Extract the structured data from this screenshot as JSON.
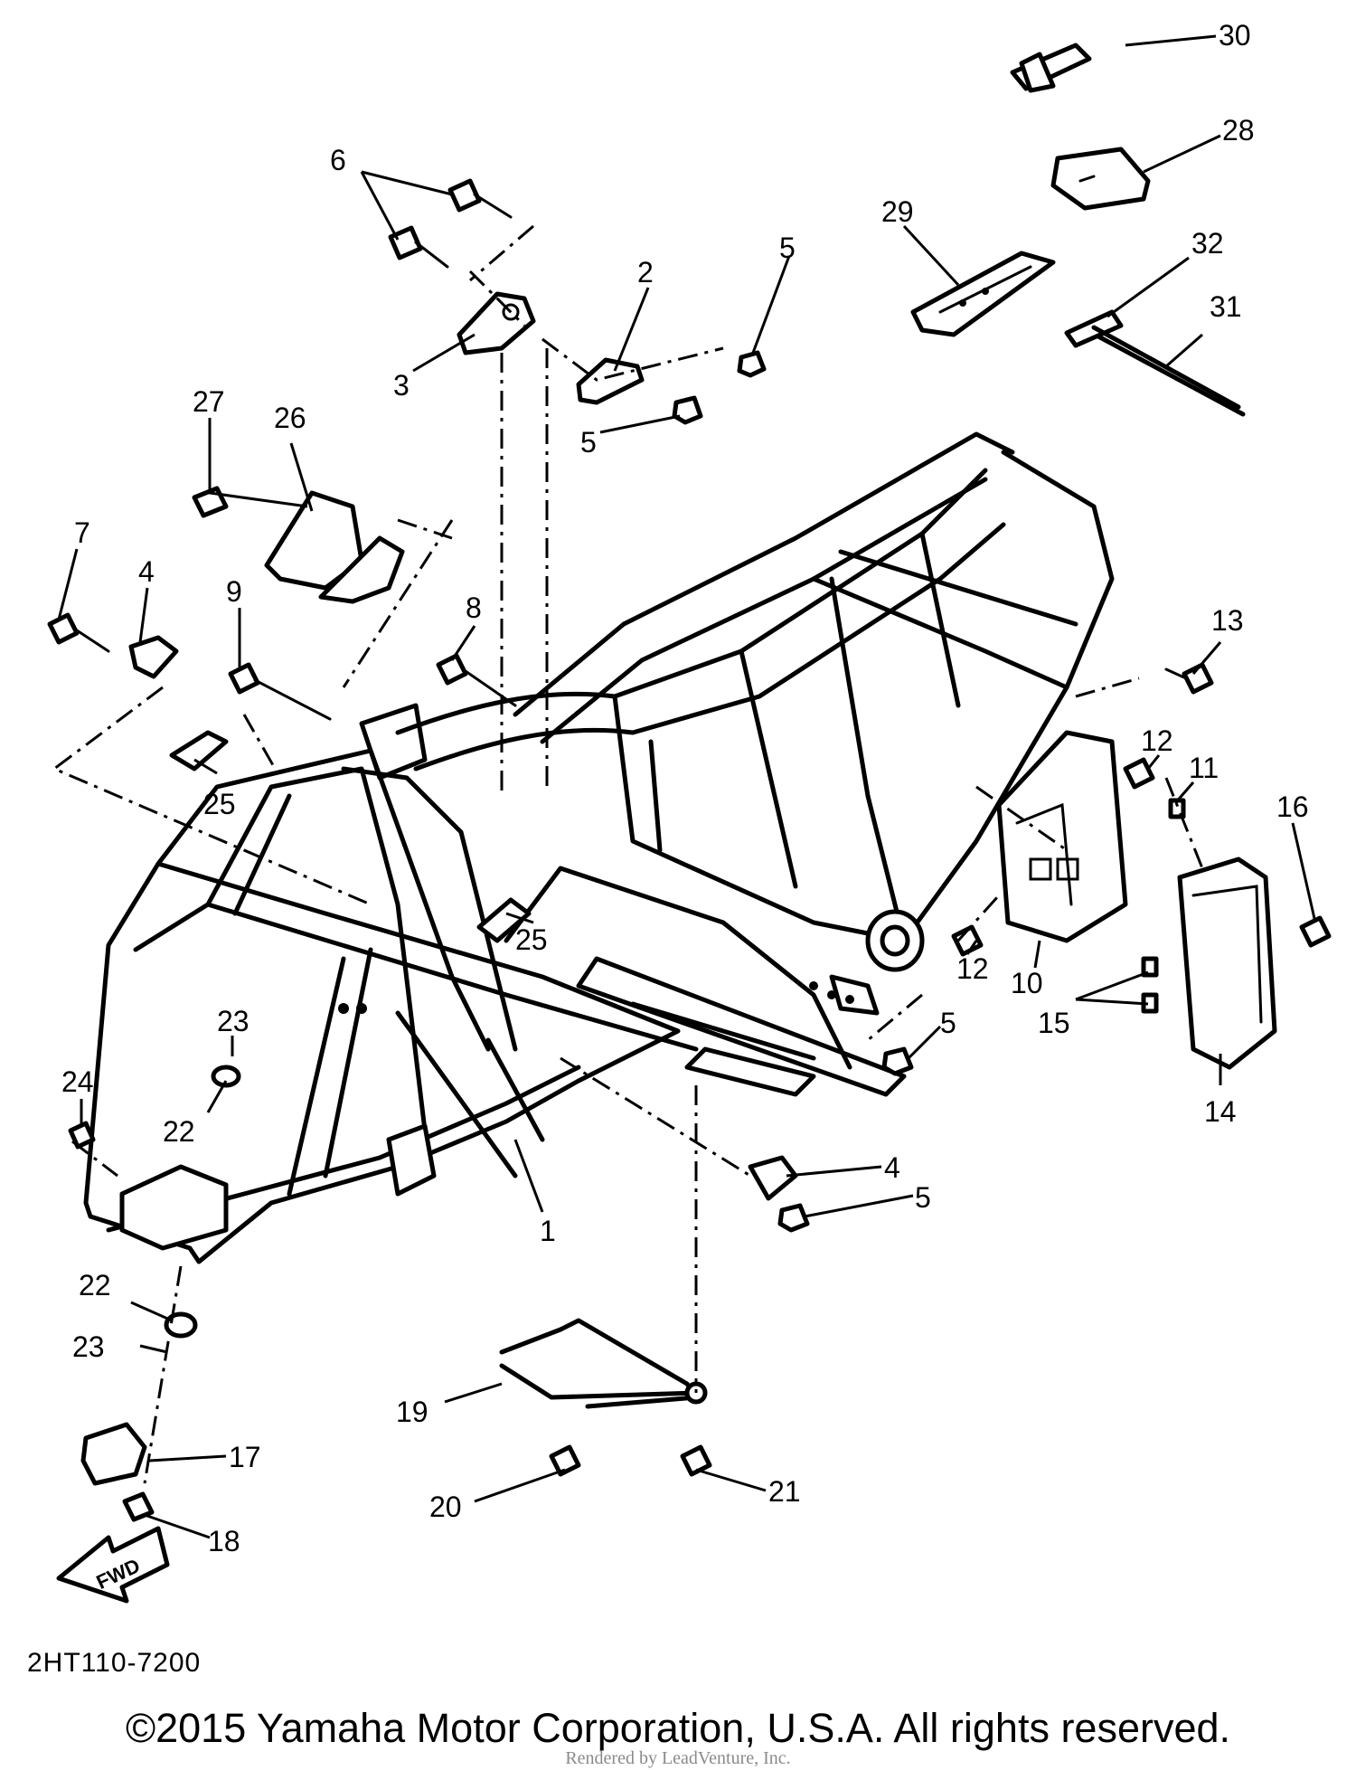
{
  "diagram": {
    "callouts": [
      "30",
      "28",
      "29",
      "32",
      "31",
      "6",
      "2",
      "5",
      "3",
      "5",
      "27",
      "26",
      "7",
      "4",
      "9",
      "8",
      "13",
      "12",
      "11",
      "16",
      "25",
      "25",
      "12",
      "10",
      "15",
      "14",
      "5",
      "23",
      "24",
      "22",
      "4",
      "5",
      "1",
      "22",
      "23",
      "19",
      "17",
      "20",
      "21",
      "18"
    ],
    "fwd_label": "FWD"
  },
  "footer": {
    "diagram_code": "2HT110-7200",
    "copyright": "©2015 Yamaha Motor Corporation, U.S.A. All rights reserved.",
    "watermark": "Rendered by LeadVenture, Inc."
  }
}
